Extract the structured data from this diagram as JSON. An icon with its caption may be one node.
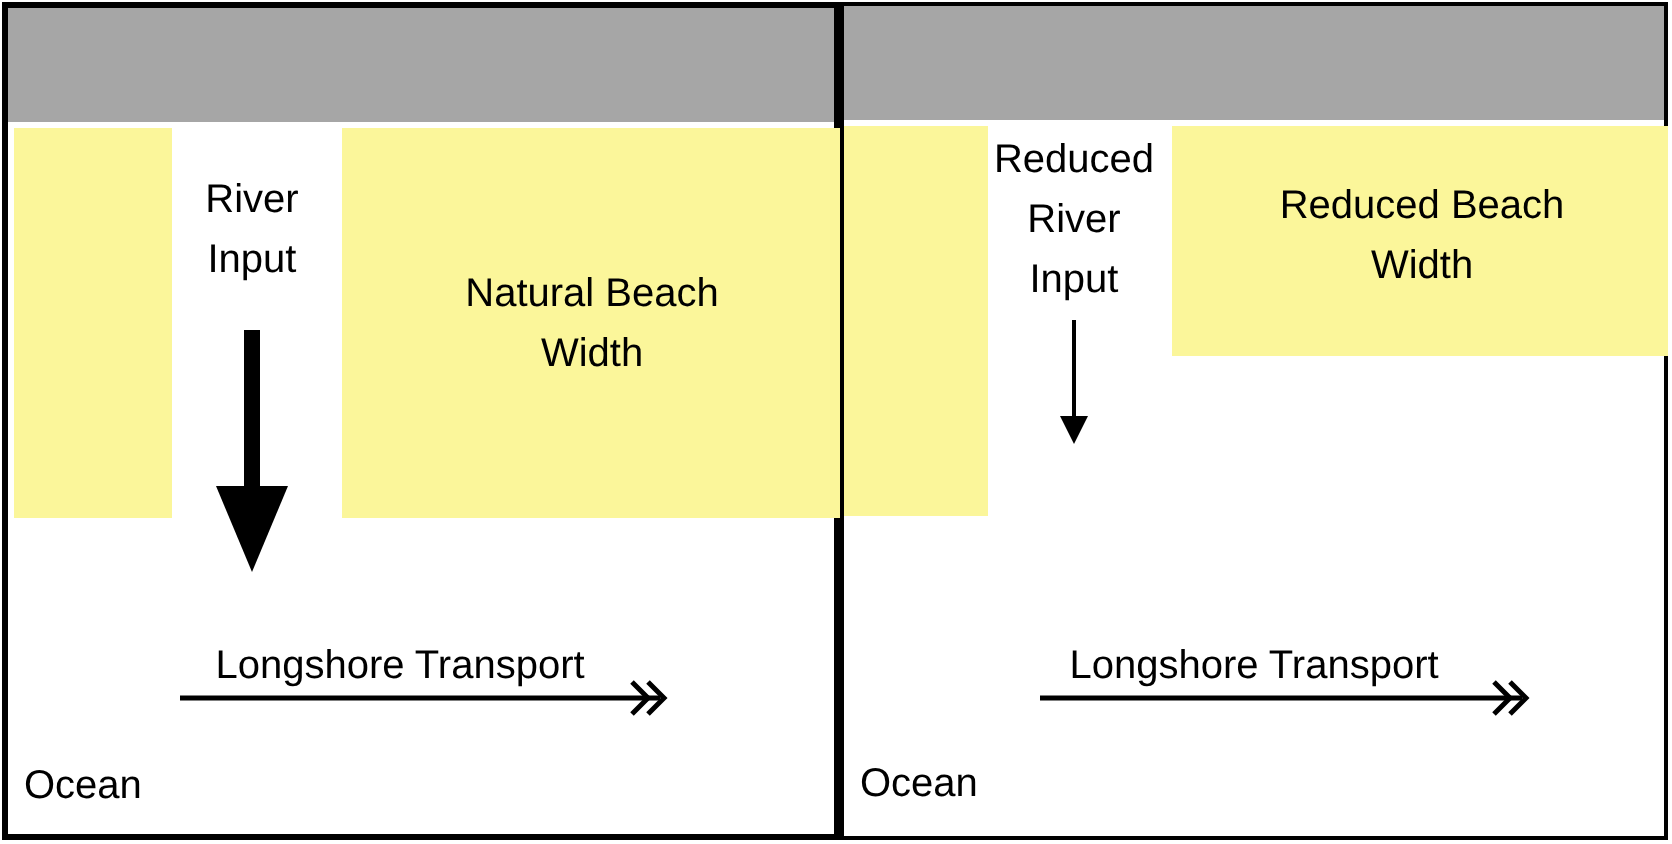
{
  "diagram": {
    "nodes": [
      {
        "text": [
          "Ocean"
        ]
      },
      {
        "text": [],
        "shape": "box",
        "in": 0
      },
      {
        "text": [
          "Natural Beach Width"
        ],
        "in": 0
      },
      {
        "text": [
          "Ocean"
        ]
      },
      {
        "text": [],
        "shape": "box",
        "in": 3
      },
      {
        "text": [
          "Reduced Beach Width"
        ],
        "in": 3
      }
    ],
    "labels": [
      "River Input",
      "Longshore Transport",
      "Reduced River Input",
      "Longshore Transport"
    ]
  }
}
